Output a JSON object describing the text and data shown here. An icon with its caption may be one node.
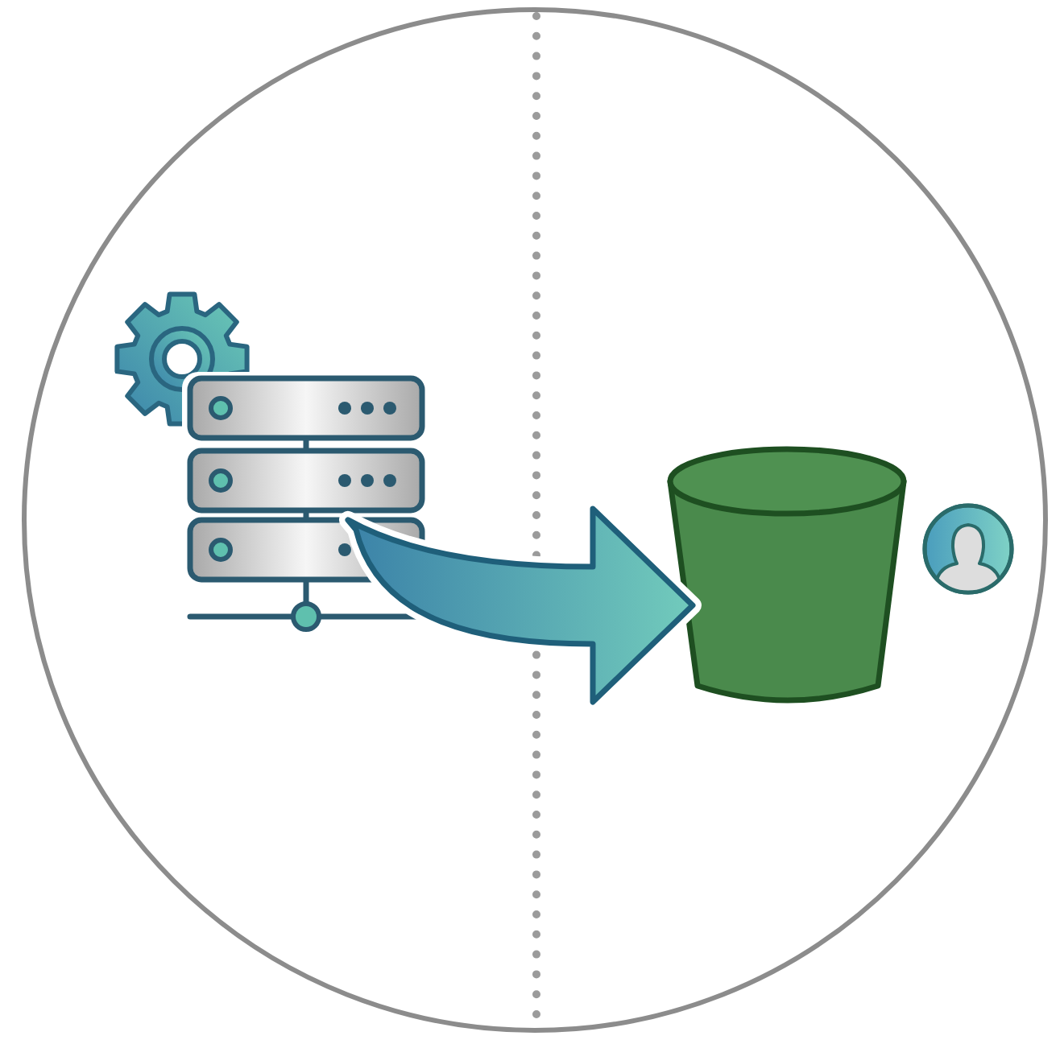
{
  "diagram": {
    "nodes": [
      {
        "text": [],
        "shape": "picture"
      },
      {
        "text": [],
        "shape": "bucket"
      },
      {
        "text": [],
        "shape": "person"
      }
    ],
    "edges": [
      {
        "from": 0,
        "to": 1,
        "arrow": "to",
        "style": "thick"
      }
    ]
  }
}
